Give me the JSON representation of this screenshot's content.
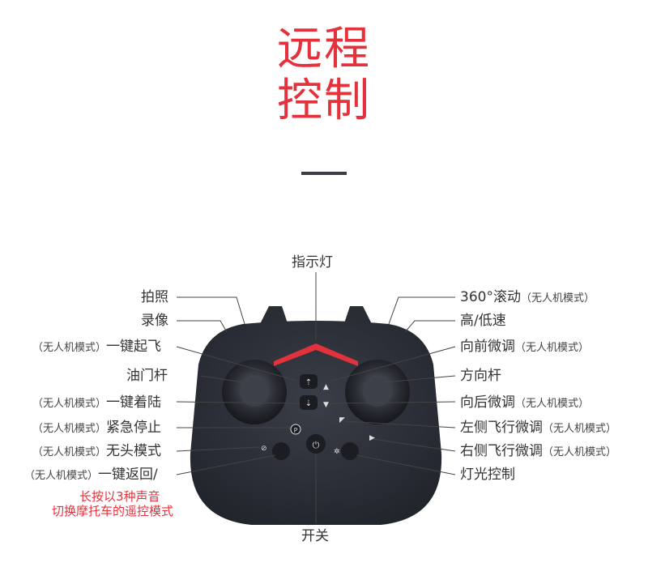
{
  "title": {
    "line1": "远程",
    "line2": "控制"
  },
  "top_label": "指示灯",
  "bottom_label": "开关",
  "left_labels": {
    "photo": "拍照",
    "video": "录像",
    "takeoff": {
      "note": "（无人机模式）",
      "text": "一键起飞"
    },
    "throttle": "油门杆",
    "landing": {
      "note": "（无人机模式）",
      "text": "一键着陆"
    },
    "emergency": {
      "note": "（无人机模式）",
      "text": "紧急停止"
    },
    "headless": {
      "note": "（无人机模式）",
      "text": "无头模式"
    },
    "return": {
      "note": "（无人机模式）",
      "text": "一键返回/"
    },
    "sound_line1": "长按以3种声音",
    "sound_line2": "切换摩托车的遥控模式"
  },
  "right_labels": {
    "roll360": {
      "text": "360°滚动",
      "note": "（无人机模式）"
    },
    "speed": "高/低速",
    "forward_trim": {
      "text": "向前微调",
      "note": "（无人机模式）"
    },
    "direction": "方向杆",
    "backward_trim": {
      "text": "向后微调",
      "note": "（无人机模式）"
    },
    "left_trim": {
      "text": "左侧飞行微调",
      "note": "（无人机模式）"
    },
    "right_trim": {
      "text": "右侧飞行微调",
      "note": "（无人机模式）"
    },
    "light": "灯光控制"
  },
  "colors": {
    "accent": "#e4323c",
    "body": "#2d3039",
    "line": "#444444"
  }
}
